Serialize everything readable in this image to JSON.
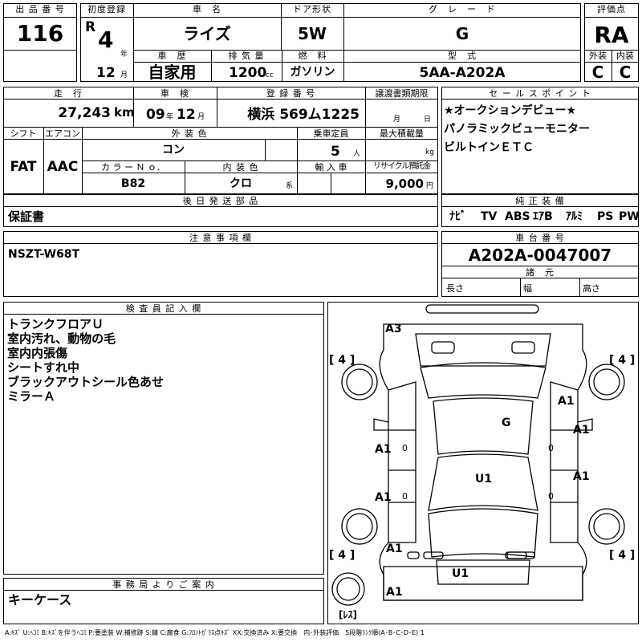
{
  "headers": {
    "lot_no": "出 品 番 号",
    "first_reg": "初度登録",
    "car_name": "車　名",
    "door": "ドア形状",
    "grade": "グ　レ　ー　ド",
    "score": "評価点",
    "history": "車　歴",
    "displacement": "排 気 量",
    "fuel": "燃　料",
    "model": "型　式",
    "ext": "外装",
    "int": "内装",
    "mileage": "走　行",
    "inspection": "車　検",
    "reg_no": "登 録 番 号",
    "transfer": "譲渡書類期限",
    "sales_point": "セ ー ル ス ポ イ ン ト",
    "shift": "シフト",
    "ac": "エアコン",
    "ext_color": "外 装 色",
    "capacity": "乗車定員",
    "max_load": "最大積載量",
    "color_no": "カ ラ ー Ｎ ｏ．",
    "int_color": "内 装 色",
    "import": "輸 入 車",
    "recycle": "リサイクル預託金",
    "shipping": "後 日 発 送 部 品",
    "genuine": "純 正 装 備",
    "notes": "注 意 事 項 欄",
    "chassis": "車 台 番 号",
    "specs": "諸　元",
    "inspector": "検 査 員 記 入 欄",
    "office": "事 務 局 よ り ご 案 内"
  },
  "units": {
    "year": "年",
    "month": "月",
    "cc": "cc",
    "km": "km",
    "nen": "年",
    "tsuki": "月",
    "gatsu": "月",
    "nichi": "日",
    "person": "人",
    "kg": "kg",
    "kei": "系",
    "yen": "円",
    "length": "長さ",
    "width": "幅",
    "height": "高さ"
  },
  "values": {
    "lot_no": "116",
    "era": "R",
    "reg_year": "4",
    "reg_month": "12",
    "car_name": "ライズ",
    "door": "5W",
    "grade": "G",
    "score": "RA",
    "history": "自家用",
    "displacement": "1200",
    "fuel": "ガソリン",
    "model": "5AA-A202A",
    "ext_score": "C",
    "int_score": "C",
    "mileage": "27,243",
    "insp_year": "09",
    "insp_month": "12",
    "reg_no": "横浜 569ム1225",
    "shift": "FAT",
    "ac": "AAC",
    "ext_color": "コン",
    "capacity": "5",
    "color_no": "B82",
    "int_color": "クロ",
    "recycle": "9,000",
    "shipping": "保証書",
    "notes": "NSZT-W68T",
    "chassis": "A202A-0047007",
    "office": "キーケース"
  },
  "sales_points": [
    "★オークションデビュー★",
    "パノラミックビューモニター",
    "ビルトインＥＴＣ"
  ],
  "equipment": [
    "ﾅﾋﾞ",
    "TV",
    "ABS",
    "ｴｱB",
    "ｱﾙﾐ",
    "PS",
    "PW"
  ],
  "inspector_lines": [
    "トランクフロアＵ",
    "室内汚れ、動物の毛",
    "室内内張傷",
    "シートすれ中",
    "ブラックアウトシール色あせ",
    "ミラーＡ"
  ],
  "diagram": {
    "a3": "A3",
    "g": "G",
    "u1_center": "U1",
    "u1_bottom": "U1",
    "a1_right_upper": "A1",
    "a1_right_mid": "A1",
    "a1_right_lower": "A1",
    "a1_left_upper": "A1",
    "a1_left_lower": "A1",
    "a1_bottom_left": "A1",
    "a1_bottom_corner": "A1",
    "tire_fl": "[ 4 ]",
    "tire_fr": "[ 4 ]",
    "tire_rl": "[ 4 ]",
    "tire_rr": "[ 4 ]",
    "spare": "[ﾚｽ]",
    "small_zero": "0"
  },
  "legend": "A:ｷｽﾞ  U:ﾍｺﾐ  B:ｷｽﾞを伴うﾍｺﾐ  P:要塗装  W:補修跡  S:錆  C:腐食  G:ﾌﾛﾝﾄｶﾞﾗｽ点ｷｽﾞ  XX:交換済み  X:要交換　内･外装評価　5段階ﾗﾝｸ順(A･B･C･D･E) 1"
}
